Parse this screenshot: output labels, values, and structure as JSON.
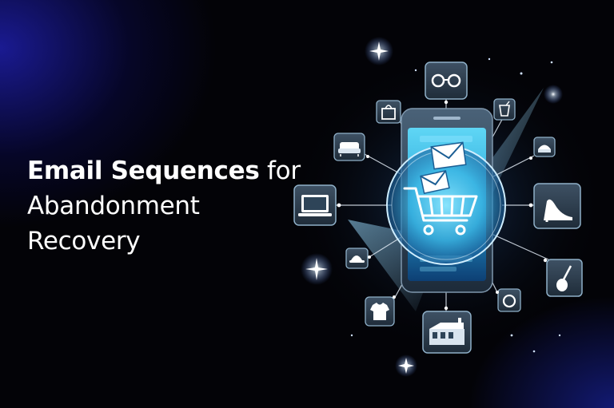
{
  "headline": {
    "bold": "Email Sequences",
    "rest_line1": " for",
    "line2": "Abandonment",
    "line3": "Recovery"
  },
  "colors": {
    "background": "#030307",
    "glow_blue": "#1e1eaa",
    "screen_cyan": "#3fc3ea",
    "line_white": "#dfe8f2",
    "icon_tile": "#2f3f50"
  },
  "illustration": {
    "center": [
      "smartphone-icon",
      "shopping-cart-icon",
      "envelope-icon",
      "envelope-icon"
    ],
    "satellites": [
      "sunglasses-icon",
      "shopping-bag-icon",
      "drink-cup-icon",
      "sofa-icon",
      "cake-icon",
      "laptop-icon",
      "high-heel-shoe-icon",
      "hat-icon",
      "guitar-icon",
      "t-shirt-icon",
      "ring-icon",
      "store-icon"
    ]
  }
}
